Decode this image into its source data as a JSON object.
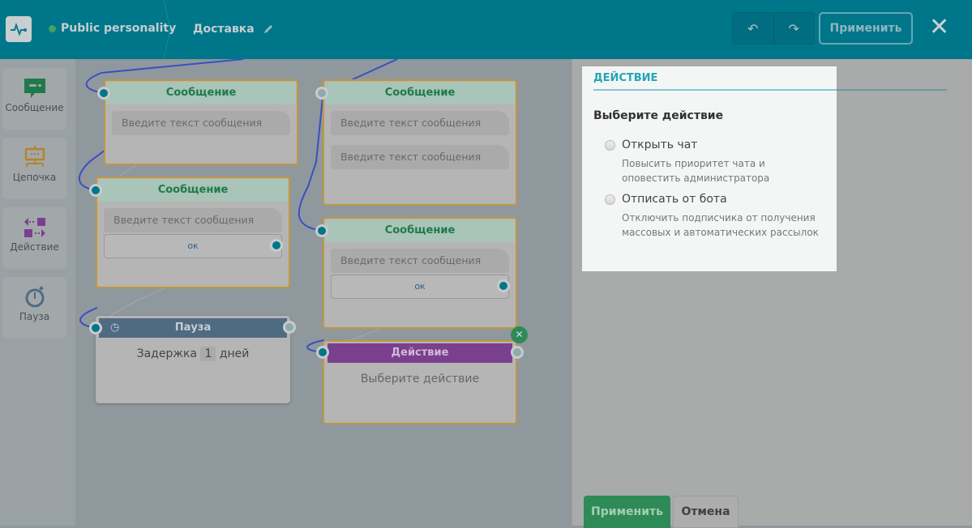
{
  "header": {
    "project": "Public personality",
    "flow": "Доставка",
    "apply": "Применить",
    "undo_icon": "↶",
    "redo_icon": "↷",
    "close_icon": "✕"
  },
  "sidebar": {
    "items": [
      {
        "label": "Сообщение"
      },
      {
        "label": "Цепочка"
      },
      {
        "label": "Действие"
      },
      {
        "label": "Пауза"
      }
    ]
  },
  "canvas": {
    "message_title": "Сообщение",
    "message_placeholder": "Введите текст сообщения",
    "ok": "ок",
    "pause_title": "Пауза",
    "pause_prefix": "Задержка",
    "pause_value": "1",
    "pause_suffix": "дней",
    "action_title": "Действие",
    "action_placeholder": "Выберите действие"
  },
  "panel": {
    "title": "ДЕЙСТВИЕ",
    "subtitle": "Выберите действие",
    "options": [
      {
        "label": "Открыть чат",
        "desc": "Повысить приоритет чата и оповестить администратора"
      },
      {
        "label": "Отписать от бота",
        "desc": "Отключить подписчика от получения массовых и автоматических рассылок"
      }
    ],
    "apply": "Применить",
    "cancel": "Отмена"
  },
  "colors": {
    "header": "#00768a",
    "message": "#1f7a4b",
    "pause": "#4f6b82",
    "action": "#7b3f8f",
    "accent": "#23a6b5"
  }
}
